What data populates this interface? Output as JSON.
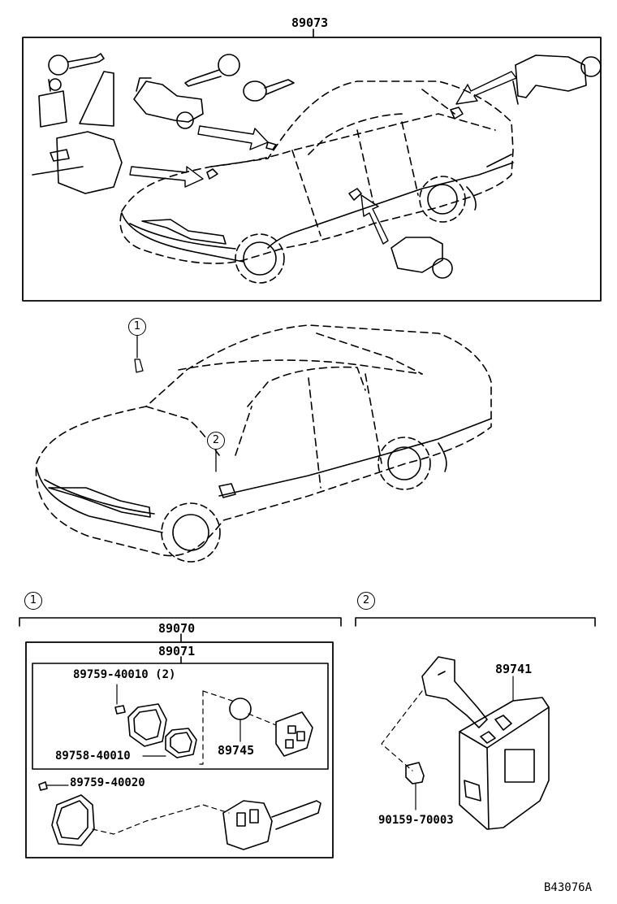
{
  "parts": {
    "main_set": "89073",
    "transmitter_assy": "89070",
    "transmitter_sub": "89071",
    "screw_upper": "89759-40010 (2)",
    "seal": "89758-40010",
    "battery": "89745",
    "screw_lower": "89759-40020",
    "receiver": "89741",
    "receiver_screw": "90159-70003"
  },
  "callouts": {
    "one": "1",
    "two": "2"
  },
  "figure_code": "B43076A"
}
